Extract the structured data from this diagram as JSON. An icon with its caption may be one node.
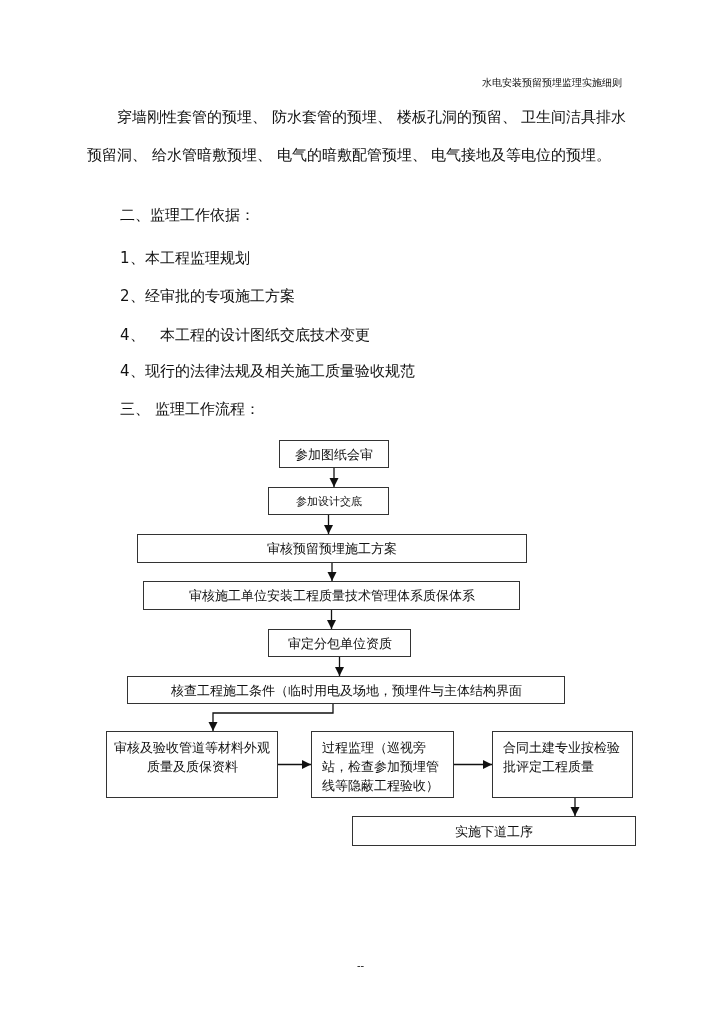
{
  "diagram": {
    "nodes": [
      {
        "text": [
          "参加图纸会审"
        ]
      },
      {
        "text": [
          "参加设计交底"
        ]
      },
      {
        "text": [
          "审核预留预埋施工方案"
        ]
      },
      {
        "text": [
          "审核施工单位安装工程质量技术管理体系质保体系"
        ]
      },
      {
        "text": [
          "审定分包单位资质"
        ]
      },
      {
        "text": [
          "核查工程施工条件（临时用电及场地，预埋件与主体结构界面"
        ]
      },
      {
        "text": [
          "审核及验收管道等材料外观质量及质保资料"
        ]
      },
      {
        "text": [
          "过程监理（巡视旁站，检查参加预埋管线等隐蔽工程验收）"
        ]
      },
      {
        "text": [
          "合同土建专业按检验批评定工程质量"
        ]
      },
      {
        "text": [
          "实施下道工序"
        ]
      }
    ],
    "edges": [
      {
        "from": 0,
        "to": 1,
        "arrow": "to"
      },
      {
        "from": 1,
        "to": 2,
        "arrow": "to"
      },
      {
        "from": 2,
        "to": 3,
        "arrow": "to"
      },
      {
        "from": 3,
        "to": 4,
        "arrow": "to"
      },
      {
        "from": 4,
        "to": 5,
        "arrow": "to"
      },
      {
        "from": 5,
        "to": 6,
        "arrow": "to"
      },
      {
        "from": 6,
        "to": 7,
        "arrow": "to"
      },
      {
        "from": 7,
        "to": 8,
        "arrow": "to"
      },
      {
        "from": 8,
        "to": 9,
        "arrow": "to"
      }
    ],
    "labels": [
      "水电安装预留预埋监理实施细则",
      "穿墙刚性套管的预埋、 防水套管的预埋、 楼板孔洞的预留、 卫生间洁具排水预留洞、 给水管暗敷预埋、 电气的暗敷配管预埋、 电气接地及等电位的预埋。",
      "二、监理工作依据：",
      "1、本工程监理规划",
      "2、经审批的专项施工方案",
      "4、　本工程的设计图纸交底技术变更",
      "4、现行的法律法规及相关施工质量验收规范",
      "三、 监理工作流程：",
      "--"
    ]
  }
}
